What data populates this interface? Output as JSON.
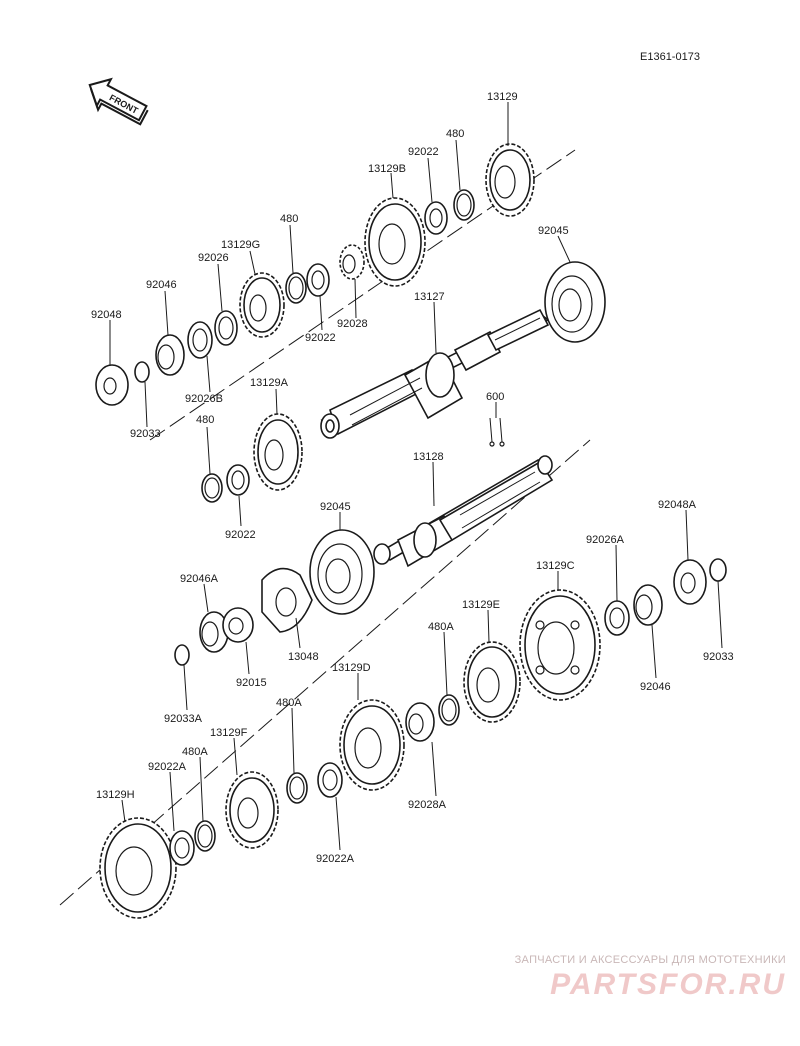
{
  "diagram_code": "E1361-0173",
  "front_label": "FRONT",
  "watermark": {
    "line1": "ЗАПЧАСТИ И АКСЕССУАРЫ ДЛЯ МОТОТЕХНИКИ",
    "line2": "PARTSFOR.RU"
  },
  "parts": [
    {
      "id": "p13129",
      "label": "13129"
    },
    {
      "id": "p480-1",
      "label": "480"
    },
    {
      "id": "p92022-1",
      "label": "92022"
    },
    {
      "id": "p13129B",
      "label": "13129B"
    },
    {
      "id": "p92045-1",
      "label": "92045"
    },
    {
      "id": "p480-2",
      "label": "480"
    },
    {
      "id": "p13129G",
      "label": "13129G"
    },
    {
      "id": "p92026",
      "label": "92026"
    },
    {
      "id": "p92046",
      "label": "92046"
    },
    {
      "id": "p92048",
      "label": "92048"
    },
    {
      "id": "p13127",
      "label": "13127"
    },
    {
      "id": "p92028",
      "label": "92028"
    },
    {
      "id": "p92022-2",
      "label": "92022"
    },
    {
      "id": "p92026B",
      "label": "92026B"
    },
    {
      "id": "p92033-1",
      "label": "92033"
    },
    {
      "id": "p13129A",
      "label": "13129A"
    },
    {
      "id": "p480-3",
      "label": "480"
    },
    {
      "id": "p600",
      "label": "600"
    },
    {
      "id": "p92022-3",
      "label": "92022"
    },
    {
      "id": "p13128",
      "label": "13128"
    },
    {
      "id": "p92045-2",
      "label": "92045"
    },
    {
      "id": "p92048A",
      "label": "92048A"
    },
    {
      "id": "p92026A",
      "label": "92026A"
    },
    {
      "id": "p13129C",
      "label": "13129C"
    },
    {
      "id": "p92046A",
      "label": "92046A"
    },
    {
      "id": "p13129E",
      "label": "13129E"
    },
    {
      "id": "p480A-1",
      "label": "480A"
    },
    {
      "id": "p13048",
      "label": "13048"
    },
    {
      "id": "p92015",
      "label": "92015"
    },
    {
      "id": "p92033-2",
      "label": "92033"
    },
    {
      "id": "p92046-2",
      "label": "92046"
    },
    {
      "id": "p92033A",
      "label": "92033A"
    },
    {
      "id": "p13129D",
      "label": "13129D"
    },
    {
      "id": "p480A-2",
      "label": "480A"
    },
    {
      "id": "p13129F",
      "label": "13129F"
    },
    {
      "id": "p92022A-1",
      "label": "92022A"
    },
    {
      "id": "p480A-3",
      "label": "480A"
    },
    {
      "id": "p13129H",
      "label": "13129H"
    },
    {
      "id": "p92028A",
      "label": "92028A"
    },
    {
      "id": "p92022A-2",
      "label": "92022A"
    }
  ]
}
